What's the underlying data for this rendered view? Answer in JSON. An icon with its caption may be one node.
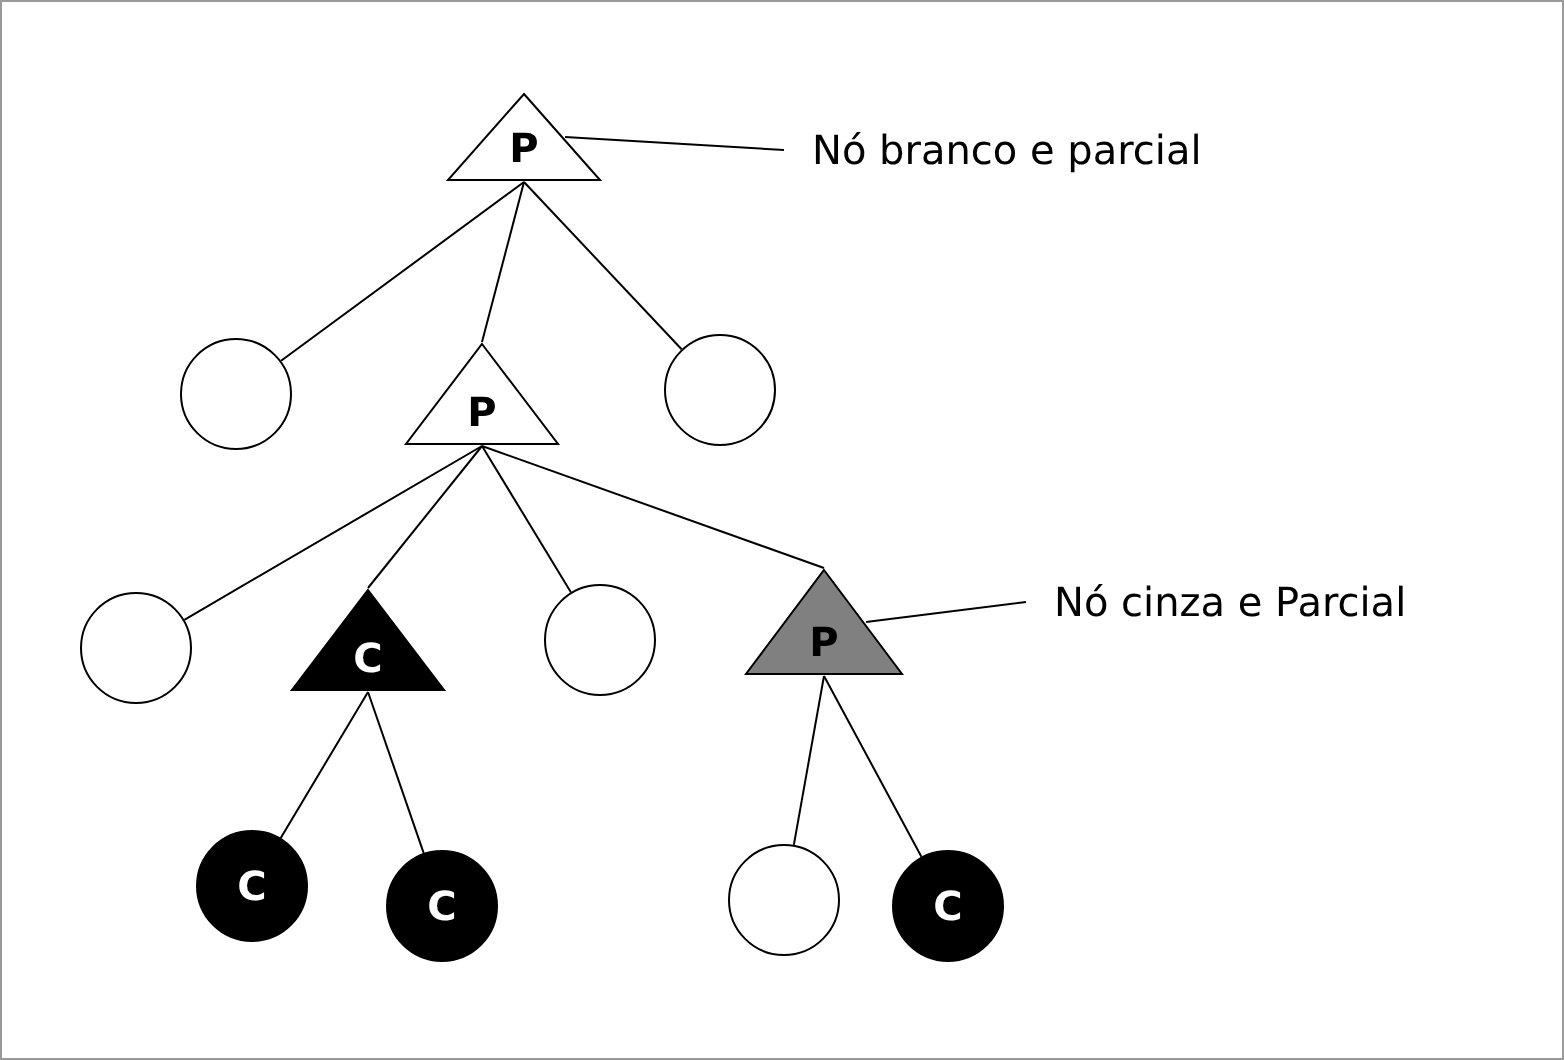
{
  "diagram": {
    "nodes": [
      {
        "text": [
          "P"
        ]
      },
      {
        "text": [
          "Nó branco e parcial"
        ]
      },
      {
        "text": [],
        "shape": "circle"
      },
      {
        "text": [
          "P"
        ]
      },
      {
        "text": [],
        "shape": "circle"
      },
      {
        "text": [],
        "shape": "circle"
      },
      {
        "text": [
          "C"
        ]
      },
      {
        "text": [],
        "shape": "circle"
      },
      {
        "text": [
          "P"
        ]
      },
      {
        "text": [
          "Nó cinza e Parcial"
        ]
      },
      {
        "text": [
          "C"
        ]
      },
      {
        "text": [
          "C"
        ]
      },
      {
        "text": [],
        "shape": "circle"
      },
      {
        "text": [
          "C"
        ]
      }
    ],
    "edges": [
      {
        "from": 1,
        "to": 0,
        "arrow": "none"
      },
      {
        "from": 0,
        "to": 2,
        "arrow": "none"
      },
      {
        "from": 0,
        "to": 3,
        "arrow": "none"
      },
      {
        "from": 0,
        "to": 4,
        "arrow": "none"
      },
      {
        "from": 3,
        "to": 5,
        "arrow": "none"
      },
      {
        "from": 3,
        "to": 6,
        "arrow": "none"
      },
      {
        "from": 3,
        "to": 7,
        "arrow": "none"
      },
      {
        "from": 3,
        "to": 8,
        "arrow": "none"
      },
      {
        "from": 9,
        "to": 8,
        "arrow": "none"
      },
      {
        "from": 6,
        "to": 10,
        "arrow": "none"
      },
      {
        "from": 6,
        "to": 11,
        "arrow": "none"
      },
      {
        "from": 8,
        "to": 12,
        "arrow": "none"
      },
      {
        "from": 8,
        "to": 13,
        "arrow": "none"
      }
    ]
  }
}
